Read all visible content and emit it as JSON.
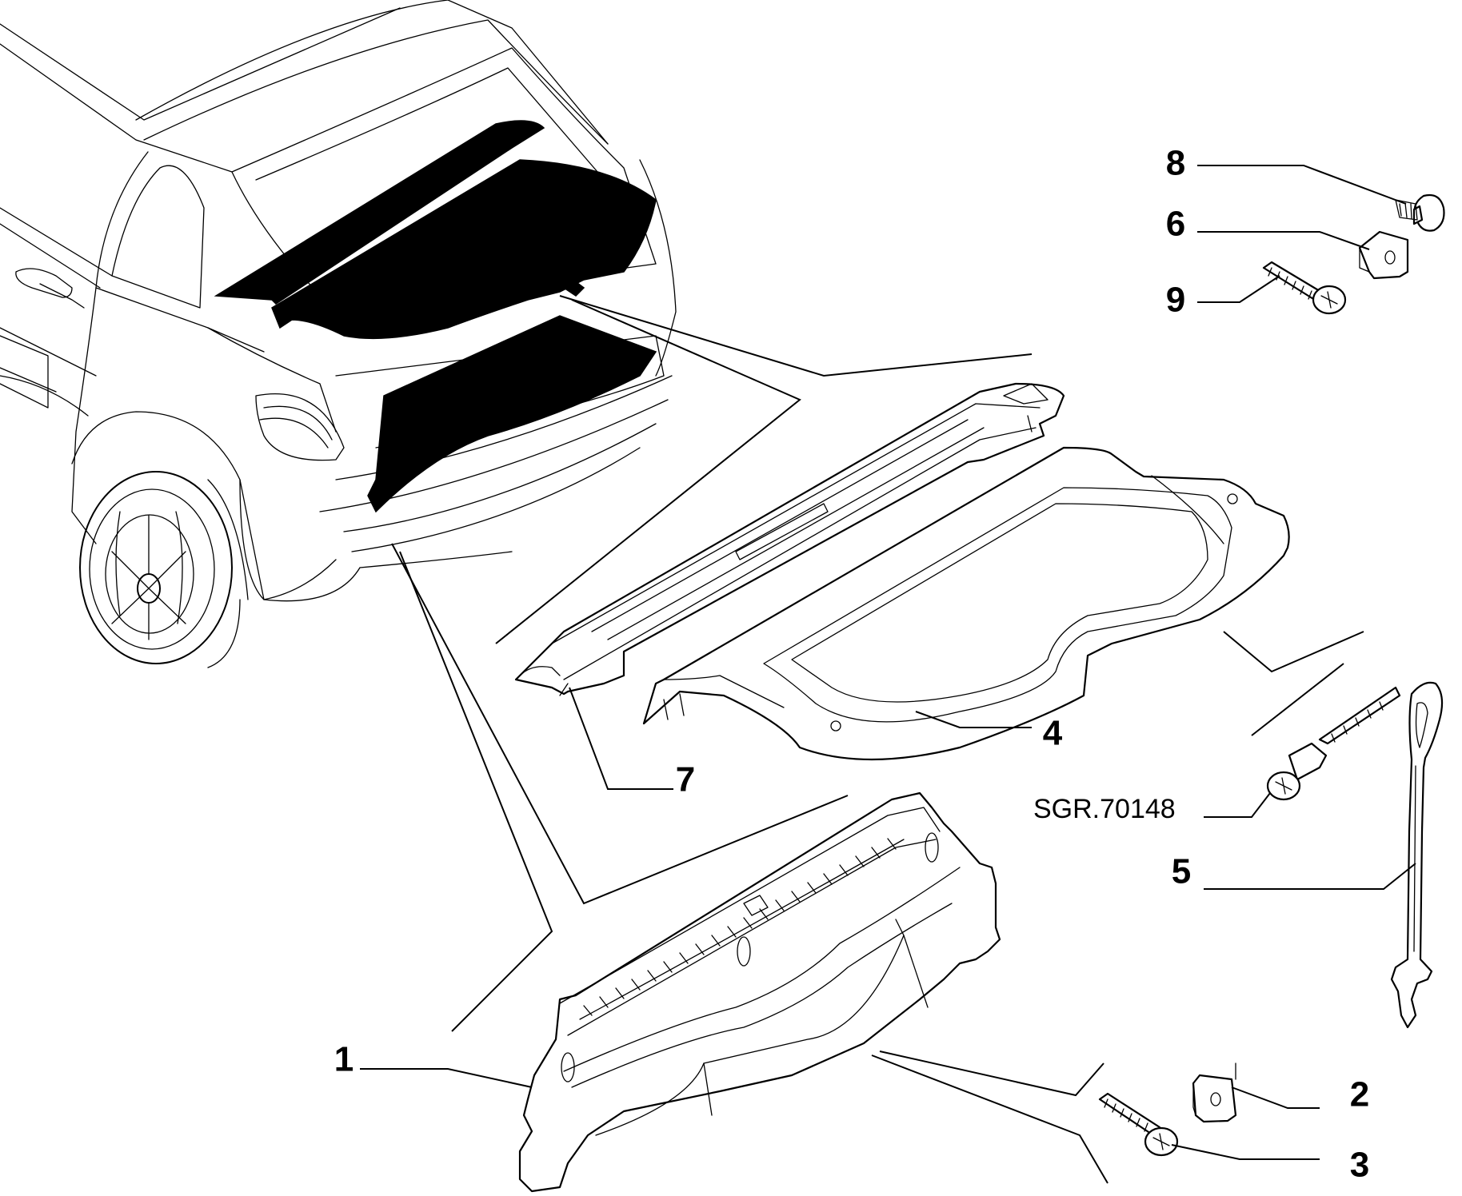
{
  "diagram": {
    "reference_code": "SGR.70148",
    "callouts": [
      {
        "id": "callout-1",
        "label": "1"
      },
      {
        "id": "callout-2",
        "label": "2"
      },
      {
        "id": "callout-3",
        "label": "3"
      },
      {
        "id": "callout-4",
        "label": "4"
      },
      {
        "id": "callout-5",
        "label": "5"
      },
      {
        "id": "callout-6",
        "label": "6"
      },
      {
        "id": "callout-7",
        "label": "7"
      },
      {
        "id": "callout-8",
        "label": "8"
      },
      {
        "id": "callout-9",
        "label": "9"
      }
    ]
  }
}
